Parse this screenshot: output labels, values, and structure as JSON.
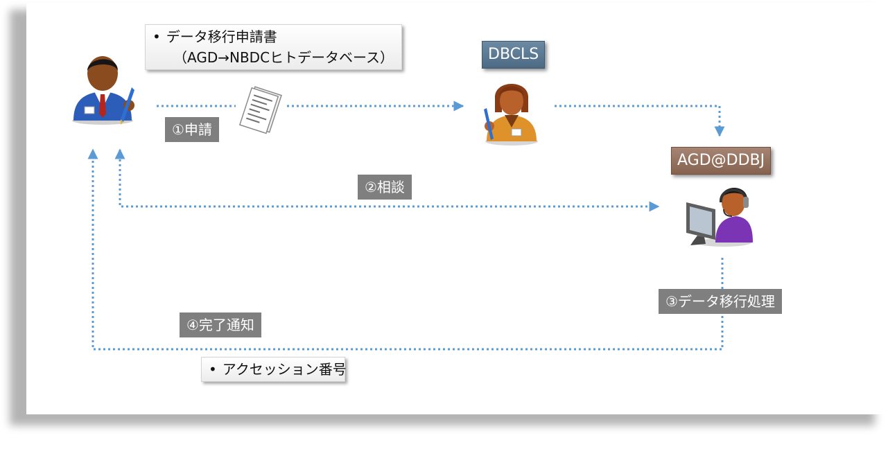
{
  "callouts": {
    "application_form": {
      "bullet": "•",
      "line1": "データ移行申請書",
      "line2": "（AGD→NBDCヒトデータベース）"
    },
    "accession": {
      "bullet": "•",
      "line1": "アクセッション番号"
    }
  },
  "steps": {
    "step1": "①申請",
    "step2": "②相談",
    "step3": "③データ移行処理",
    "step4": "④完了通知"
  },
  "orgs": {
    "dbcls": "DBCLS",
    "agd": "AGD@DDBJ"
  },
  "colors": {
    "arrow": "#5b9bd5",
    "step_label_bg": "#7f7f7f",
    "dbcls_badge": "#58748d",
    "agd_badge": "#96705c"
  },
  "icons": {
    "applicant": "businessman-with-pen-icon",
    "document": "paper-document-icon",
    "dbcls_staff": "woman-with-pen-icon",
    "agd_operator": "operator-at-computer-icon"
  }
}
